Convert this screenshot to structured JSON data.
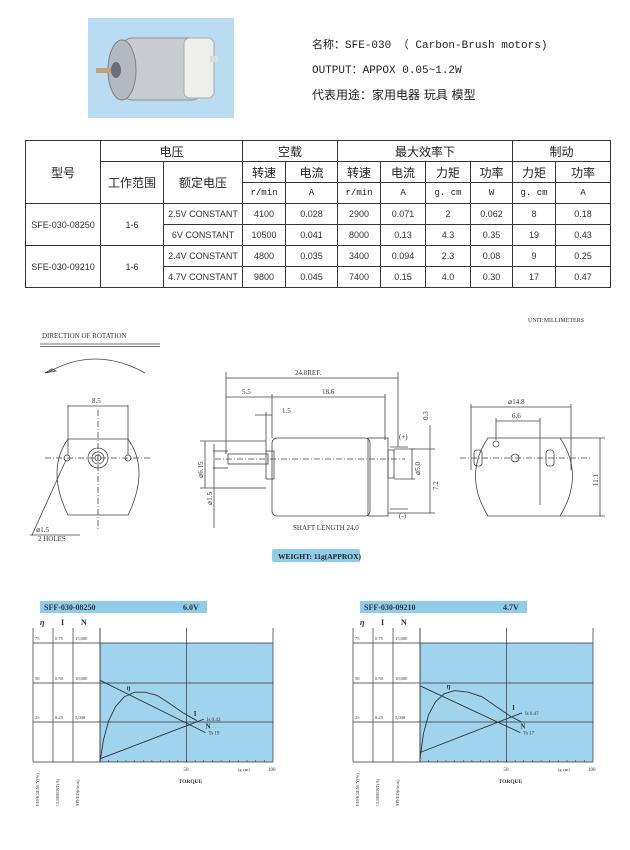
{
  "header": {
    "name_line": "名称：SFE-030 （ Carbon-Brush motors)",
    "output_line": "OUTPUT：APPOX 0.05~1.2W",
    "usage_line": "代表用途：家用电器 玩具 模型"
  },
  "table": {
    "h_model": "型号",
    "h_voltage": "电压",
    "h_noload": "空载",
    "h_maxeff": "最大效率下",
    "h_stall": "制动",
    "h_range": "工作范围",
    "h_rated": "额定电压",
    "h_speed": "转速",
    "h_current": "电流",
    "h_torque": "力矩",
    "h_power": "功率",
    "u_rpm": "r/min",
    "u_a": "A",
    "u_gcm": "g. cm",
    "u_w": "W",
    "rows": [
      {
        "model": "SFE-030-08250",
        "range": "1-6",
        "rated": "2.5V CONSTANT",
        "nl_speed": "4100",
        "nl_current": "0.028",
        "me_speed": "2900",
        "me_current": "0.071",
        "me_torque": "2",
        "me_power": "0.062",
        "st_torque": "8",
        "st_power": "0.18"
      },
      {
        "rated": "6V CONSTANT",
        "nl_speed": "10500",
        "nl_current": "0.041",
        "me_speed": "8000",
        "me_current": "0.13",
        "me_torque": "4.3",
        "me_power": "0.35",
        "st_torque": "19",
        "st_power": "0.43"
      },
      {
        "model": "SFE-030-09210",
        "range": "1-6",
        "rated": "2.4V CONSTANT",
        "nl_speed": "4800",
        "nl_current": "0.035",
        "me_speed": "3400",
        "me_current": "0.094",
        "me_torque": "2.3",
        "me_power": "0.08",
        "st_torque": "9",
        "st_power": "0.25"
      },
      {
        "rated": "4.7V CONSTANT",
        "nl_speed": "9800",
        "nl_current": "0.045",
        "me_speed": "7400",
        "me_current": "0.15",
        "me_torque": "4.0",
        "me_power": "0.30",
        "st_torque": "17",
        "st_power": "0.47"
      }
    ]
  },
  "drawing": {
    "unit": "UNIT:MILLIMETERS",
    "direction": "DIRECTION OF ROTATION",
    "dim_8_5": "8.5",
    "hole_dia": "⌀1.5",
    "holes": "2 HOLES",
    "dim_total": "24.8REF.",
    "dim_5_5": "5.5",
    "dim_18_6": "18.6",
    "dim_1_5": "1.5",
    "dim_0_3": "0.3",
    "plus": "(+)",
    "minus": "(-)",
    "dim_5_0": "⌀5.0",
    "dim_7_2": "7.2",
    "dim_6_15": "⌀6.15",
    "dim_shaft": "⌀1.5",
    "shaft_length": "SHAFT LENGTH 24.0",
    "dim_14_8": "⌀14.8",
    "dim_6_6": "6.6",
    "dim_11_1": "11.1",
    "weight": "WEIGHT: 11g(APPROX)"
  },
  "colors": {
    "plot_bg": "#9fd3ee",
    "title_bar": "#8fcdea",
    "line": "#333333"
  },
  "chart_data": [
    {
      "type": "line",
      "title": "SFF-030-08250",
      "voltage": "6.0V",
      "xlabel": "TORQUE",
      "xunit": "(g.cm)",
      "xlim": [
        0,
        100
      ],
      "xticks": [
        "50",
        "100"
      ],
      "axes": [
        {
          "symbol": "η",
          "label": "EFFICIENCY(%)",
          "ticks": [
            "75",
            "50",
            "25"
          ],
          "range": [
            0,
            75
          ]
        },
        {
          "symbol": "I",
          "label": "CURRENT(A)",
          "ticks": [
            "0.75",
            "0.50",
            "0.25"
          ],
          "range": [
            0,
            0.75
          ]
        },
        {
          "symbol": "N",
          "label": "SPEED(r/min)",
          "ticks": [
            "15,000",
            "10,000",
            "5,000"
          ],
          "range": [
            0,
            15000
          ]
        }
      ],
      "series": [
        {
          "name": "N",
          "axis": 2,
          "points": [
            [
              0,
              10300
            ],
            [
              61,
              3700
            ]
          ],
          "end_label": "Ts 19"
        },
        {
          "name": "I",
          "axis": 1,
          "points": [
            [
              0,
              0.02
            ],
            [
              60,
              0.27
            ]
          ],
          "end_label": "Is 0.43"
        },
        {
          "name": "η",
          "axis": 0,
          "points": [
            [
              0,
              0
            ],
            [
              2,
              14
            ],
            [
              5,
              26
            ],
            [
              9,
              35
            ],
            [
              14,
              41
            ],
            [
              20,
              44
            ],
            [
              26,
              44
            ],
            [
              33,
              42
            ],
            [
              40,
              37
            ],
            [
              48,
              31
            ],
            [
              56,
              26
            ]
          ]
        }
      ]
    },
    {
      "type": "line",
      "title": "SFF-030-09210",
      "voltage": "4.7V",
      "xlabel": "TORQUE",
      "xunit": "(g.cm)",
      "xlim": [
        0,
        100
      ],
      "xticks": [
        "50",
        "100"
      ],
      "axes": [
        {
          "symbol": "η",
          "label": "EFFICIENCY(%)",
          "ticks": [
            "75",
            "50",
            "25"
          ],
          "range": [
            0,
            75
          ]
        },
        {
          "symbol": "I",
          "label": "CURRENT(A)",
          "ticks": [
            "0.75",
            "0.50",
            "0.25"
          ],
          "range": [
            0,
            0.75
          ]
        },
        {
          "symbol": "N",
          "label": "SPEED(r/min)",
          "ticks": [
            "15,000",
            "10,000",
            "5,000"
          ],
          "range": [
            0,
            15000
          ]
        }
      ],
      "series": [
        {
          "name": "N",
          "axis": 2,
          "points": [
            [
              0,
              9600
            ],
            [
              58,
              3700
            ]
          ],
          "end_label": "Ts 17"
        },
        {
          "name": "I",
          "axis": 1,
          "points": [
            [
              0,
              0.06
            ],
            [
              59,
              0.31
            ]
          ],
          "end_label": "Is 0.47"
        },
        {
          "name": "η",
          "axis": 0,
          "points": [
            [
              0,
              2
            ],
            [
              2,
              18
            ],
            [
              5,
              30
            ],
            [
              9,
              38
            ],
            [
              14,
              43
            ],
            [
              20,
              45
            ],
            [
              28,
              44
            ],
            [
              36,
              41
            ],
            [
              44,
              35
            ],
            [
              52,
              29
            ],
            [
              59,
              25
            ]
          ]
        }
      ]
    }
  ]
}
